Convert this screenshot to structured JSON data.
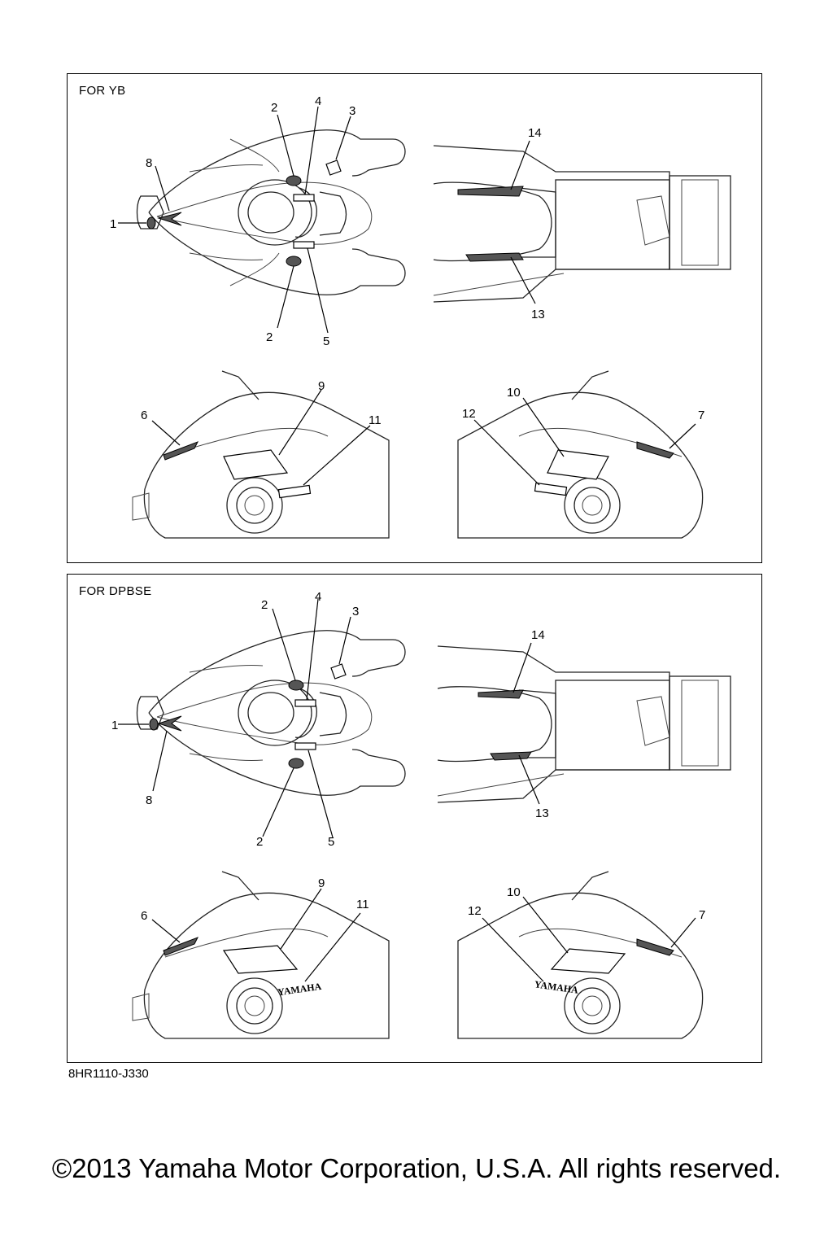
{
  "panels": [
    {
      "id": "yb",
      "title": "FOR YB",
      "top_view_callouts": [
        "1",
        "2",
        "4",
        "3",
        "8",
        "2",
        "5"
      ],
      "side_view_callouts": [
        "14",
        "13"
      ],
      "left_side_callouts": [
        "6",
        "9",
        "11"
      ],
      "right_side_callouts": [
        "10",
        "12",
        "7"
      ]
    },
    {
      "id": "dpbse",
      "title": "FOR DPBSE",
      "top_view_callouts": [
        "1",
        "2",
        "4",
        "3",
        "8",
        "2",
        "5"
      ],
      "side_view_callouts": [
        "14",
        "13"
      ],
      "left_side_callouts": [
        "6",
        "9",
        "11"
      ],
      "right_side_callouts": [
        "10",
        "12",
        "7"
      ],
      "decal_text": "YAMAHA"
    }
  ],
  "diagram_code": "8HR1110-J330",
  "copyright": "©2013 Yamaha Motor Corporation, U.S.A. All rights reserved."
}
